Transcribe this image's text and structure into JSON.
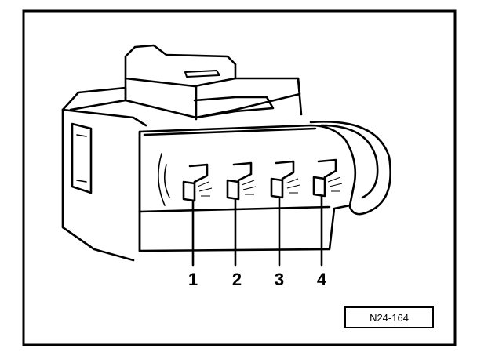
{
  "figure": {
    "pins": [
      {
        "label": "1"
      },
      {
        "label": "2"
      },
      {
        "label": "3"
      },
      {
        "label": "4"
      }
    ],
    "reference_code": "N24-164"
  }
}
